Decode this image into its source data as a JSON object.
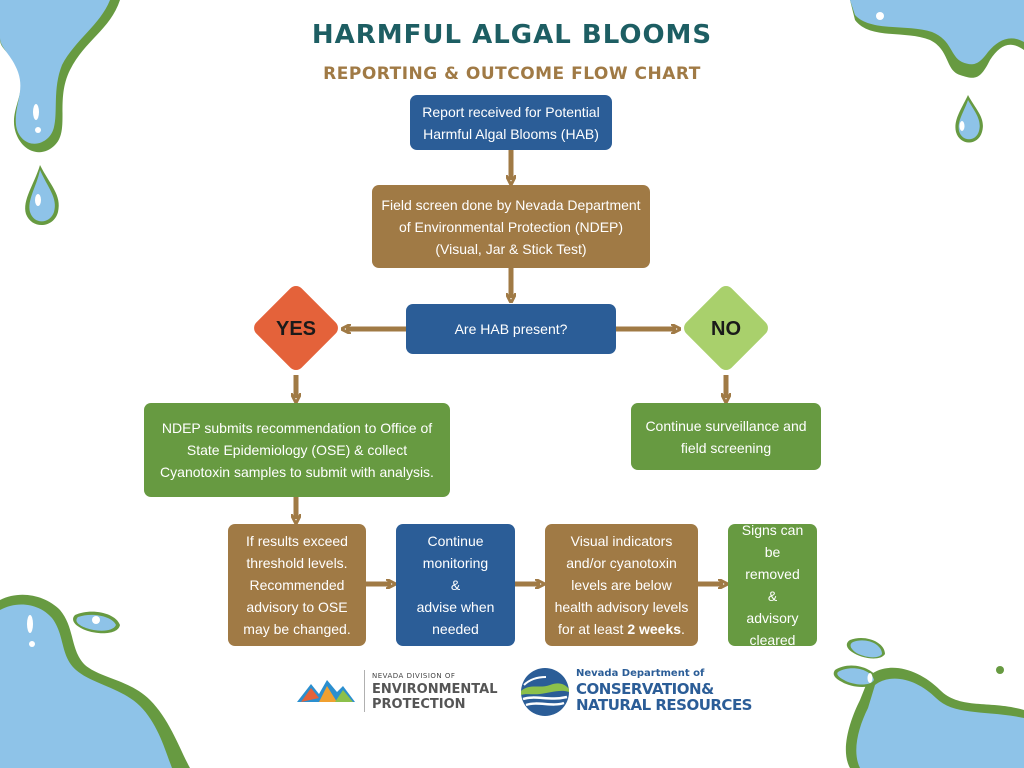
{
  "title": "HARMFUL ALGAL BLOOMS",
  "subtitle": "REPORTING & OUTCOME FLOW CHART",
  "colors": {
    "blue": "#2b5d97",
    "brown": "#a07a45",
    "green": "#679a41",
    "orange": "#e4623a",
    "lightgreen": "#a9d06c",
    "teal": "#1d5e63",
    "water": "#8ec3e8"
  },
  "nodes": {
    "report": [
      "Report received for Potential",
      "Harmful Algal Blooms (HAB)"
    ],
    "field_screen": [
      "Field screen done by Nevada Department",
      "of Environmental Protection (NDEP)",
      "(Visual, Jar & Stick Test)"
    ],
    "question": "Are HAB present?",
    "yes": "YES",
    "no": "NO",
    "ndep_submit": [
      "NDEP submits recommendation to Office of",
      "State Epidemiology (OSE) & collect",
      "Cyanotoxin samples to submit with analysis."
    ],
    "continue_surveillance": [
      "Continue surveillance and",
      "field screening"
    ],
    "exceed": [
      "If results exceed",
      "threshold levels.",
      "Recommended",
      "advisory to OSE",
      "may be changed."
    ],
    "monitoring": [
      "Continue",
      "monitoring",
      "&",
      "advise when",
      "needed"
    ],
    "visual": {
      "lines": [
        "Visual indicators",
        "and/or cyanotoxin",
        "levels are below",
        "health advisory levels"
      ],
      "last_prefix": "for at least ",
      "last_bold": "2 weeks",
      "last_suffix": "."
    },
    "signs": [
      "Signs can be",
      "removed",
      "&",
      "advisory",
      "cleared"
    ]
  },
  "logos": {
    "ndep": {
      "top": "NEVADA DIVISION OF",
      "line1": "ENVIRONMENTAL",
      "line2": "PROTECTION"
    },
    "dcnr": {
      "top": "Nevada Department of",
      "line1": "CONSERVATION&",
      "line2": "NATURAL RESOURCES"
    }
  }
}
